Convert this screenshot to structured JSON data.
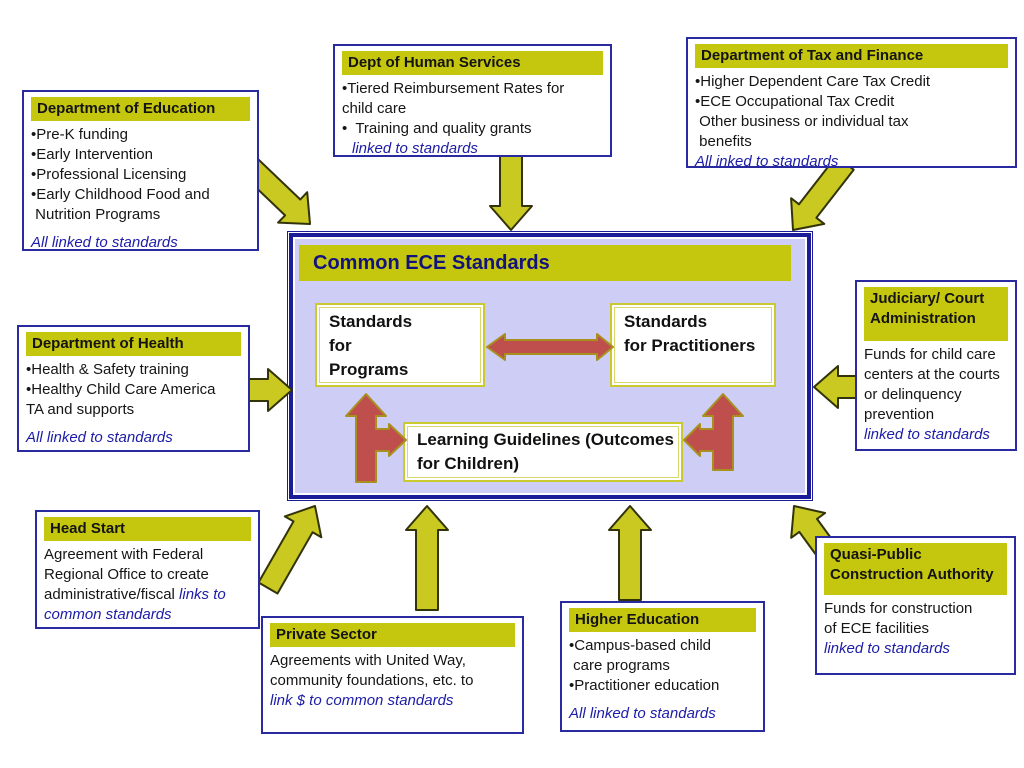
{
  "colors": {
    "accent_yellow": "#c5c60e",
    "arrow_yellow": "#c9c922",
    "arrow_red": "#bf4f4c",
    "navy_border": "#2a2aa0",
    "central_background": "#cdcdf6",
    "linked_text": "#1c1ca8"
  },
  "central": {
    "title": "Common ECE Standards",
    "programs_label": "Standards\nfor\nPrograms",
    "practitioners_label": "Standards\nfor Practitioners",
    "guidelines_label": "Learning Guidelines (Outcomes\nfor Children)"
  },
  "boxes": {
    "education": {
      "title": "Department of Education",
      "lines": [
        "•Pre-K funding",
        "•Early Intervention",
        "•Professional Licensing",
        "•Early Childhood Food and",
        " Nutrition Programs"
      ],
      "footer": "All linked to standards"
    },
    "human_services": {
      "title": "Dept of Human Services",
      "lines": [
        "•Tiered Reimbursement Rates for",
        "child care",
        "•  Training and quality grants"
      ],
      "footer": "linked to standards"
    },
    "tax_finance": {
      "title": "Department of Tax and Finance",
      "lines": [
        "•Higher Dependent Care Tax Credit",
        "•ECE Occupational Tax Credit",
        " Other business or individual tax",
        " benefits"
      ],
      "footer": "All inked to standards"
    },
    "health": {
      "title": "Department of Health",
      "lines": [
        "•Health & Safety training",
        "•Healthy Child Care America",
        "TA and supports"
      ],
      "footer": "All linked to standards"
    },
    "judiciary": {
      "title": "Judiciary/ Court\nAdministration",
      "lines": [
        "Funds for child care",
        "centers at the courts",
        "or delinquency",
        "prevention"
      ],
      "footer": "linked to standards"
    },
    "head_start": {
      "title": "Head Start",
      "lines": [
        {
          "p": "Agreement with Federal"
        },
        {
          "p": "Regional Office to create"
        },
        {
          "p": "administrative/fiscal ",
          "l": "links to"
        },
        {
          "l": "common standards"
        }
      ]
    },
    "private_sector": {
      "title": "Private Sector",
      "lines": [
        {
          "p": "Agreements with United Way,"
        },
        {
          "p": "community foundations, etc. to"
        },
        {
          "l": "link $ to common standards"
        }
      ]
    },
    "higher_education": {
      "title": "Higher Education",
      "lines": [
        "•Campus-based child",
        " care programs",
        "•Practitioner education"
      ],
      "footer": "All linked to standards"
    },
    "quasi_public": {
      "title": "Quasi-Public\nConstruction Authority",
      "lines": [
        "Funds for construction",
        "of ECE facilities"
      ],
      "footer": "linked to standards"
    }
  },
  "connections": [
    "education → center",
    "human_services → center",
    "tax_finance → center",
    "health → center",
    "judiciary → center",
    "head_start → center",
    "private_sector → center",
    "higher_education → center",
    "quasi_public → center",
    "programs ↔ practitioners",
    "programs ↔ guidelines",
    "practitioners ↔ guidelines"
  ]
}
